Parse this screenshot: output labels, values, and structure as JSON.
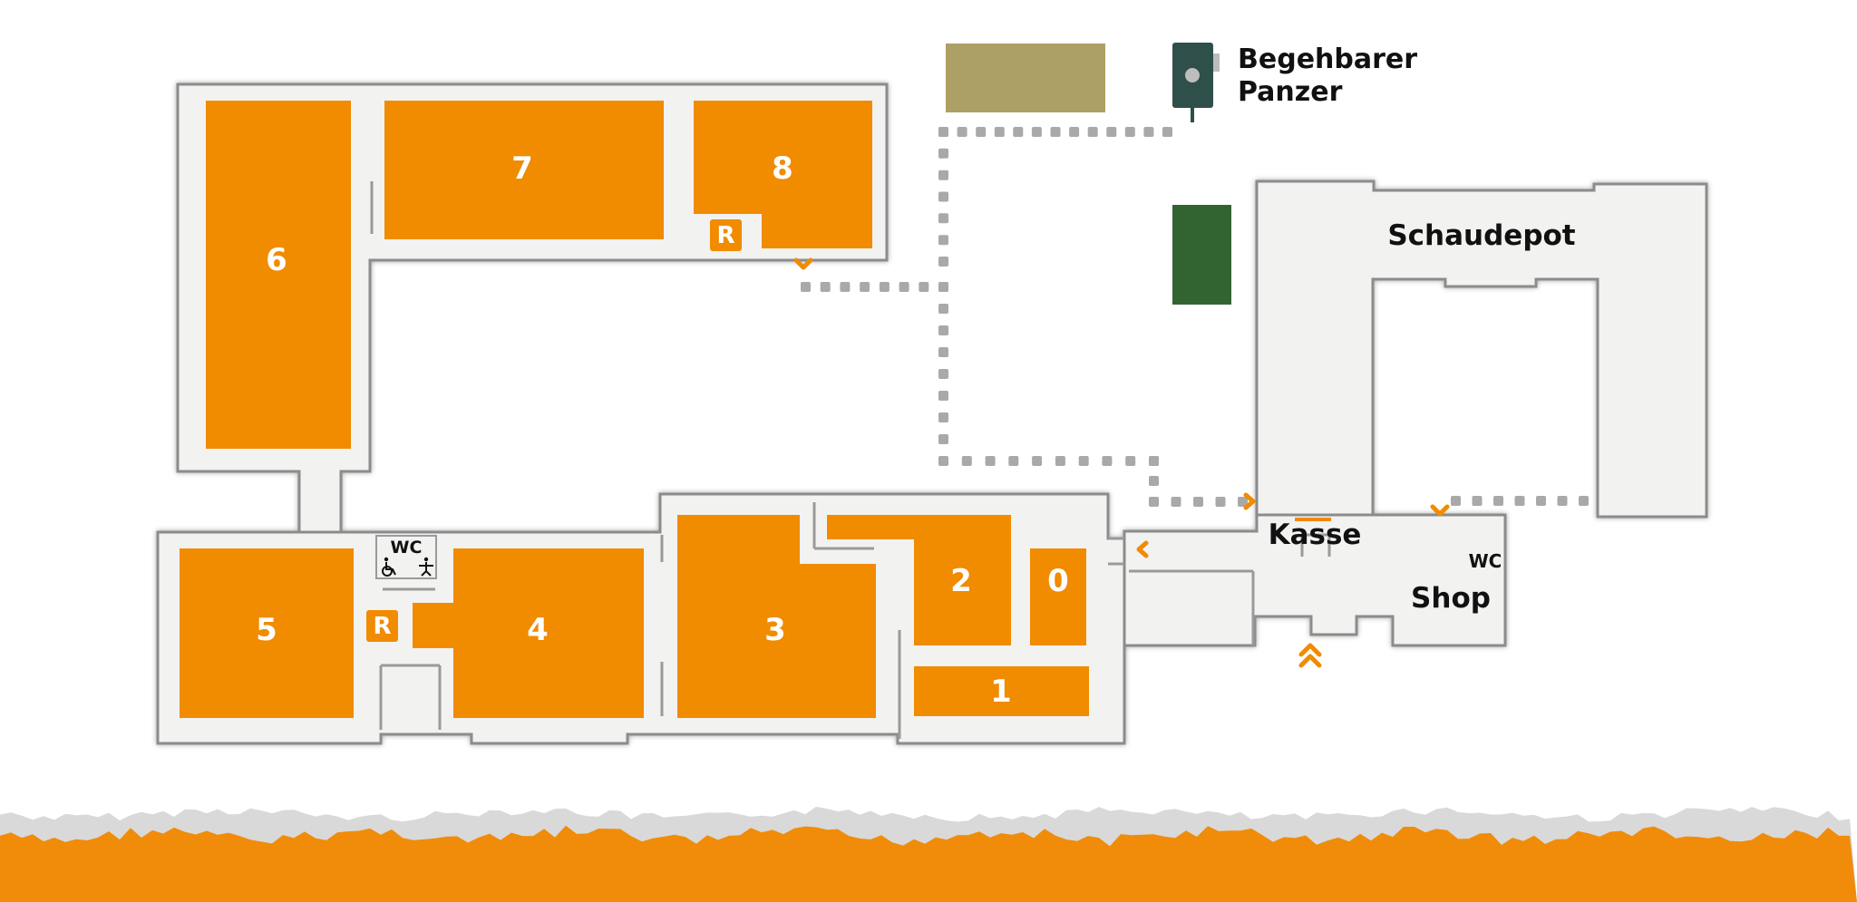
{
  "colors": {
    "exhibit": "#F18B00",
    "floor": "#F2F2F1",
    "wall": "#8C8C8C",
    "path": "#A9A9A9",
    "tank": "#2F4F4A",
    "olive_area": "#ACA064",
    "green_area": "#326432",
    "text": "#111111",
    "banner": "#F08C0A"
  },
  "rooms": [
    {
      "id": "room-0",
      "label": "0"
    },
    {
      "id": "room-1",
      "label": "1"
    },
    {
      "id": "room-2",
      "label": "2"
    },
    {
      "id": "room-3",
      "label": "3"
    },
    {
      "id": "room-4",
      "label": "4"
    },
    {
      "id": "room-5",
      "label": "5"
    },
    {
      "id": "room-6",
      "label": "6"
    },
    {
      "id": "room-7",
      "label": "7"
    },
    {
      "id": "room-8",
      "label": "8"
    }
  ],
  "labels": {
    "schaudepot": "Schaudepot",
    "kasse": "Kasse",
    "shop": "Shop",
    "wc_small": "WC",
    "wc_main": "WC",
    "tank_line1": "Begehbarer",
    "tank_line2": "Panzer",
    "rest_1": "R",
    "rest_2": "R"
  },
  "icons": [
    "wheelchair-icon",
    "baby-changing-icon",
    "tank-icon",
    "chevron-down-icon",
    "chevron-right-icon",
    "chevron-left-icon",
    "entrance-double-chevron-icon"
  ]
}
